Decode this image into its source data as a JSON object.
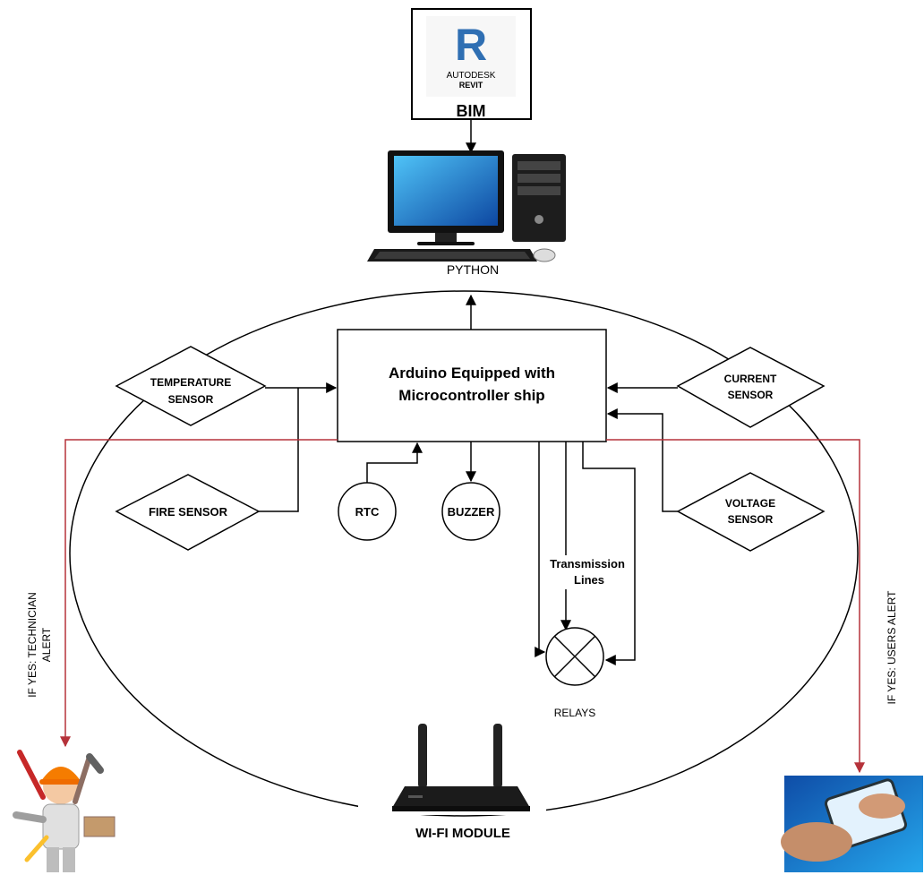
{
  "bim": {
    "brand_line1": "AUTODESK",
    "brand_line2": "REVIT",
    "logo_letter": "R",
    "title": "BIM"
  },
  "computer": {
    "label": "PYTHON"
  },
  "arduino": {
    "line1": "Arduino Equipped with",
    "line2": "Microcontroller ship"
  },
  "sensors": {
    "temperature": {
      "line1": "TEMPERATURE",
      "line2": "SENSOR"
    },
    "fire": {
      "line1": "FIRE SENSOR"
    },
    "current": {
      "line1": "CURRENT",
      "line2": "SENSOR"
    },
    "voltage": {
      "line1": "VOLTAGE",
      "line2": "SENSOR"
    }
  },
  "modules": {
    "rtc": "RTC",
    "buzzer": "BUZZER",
    "transmission_line1": "Transmission",
    "transmission_line2": "Lines",
    "relays": "RELAYS",
    "wifi": "WI-FI MODULE"
  },
  "alerts": {
    "technician_line1": "IF YES: TECHNICIAN",
    "technician_line2": "ALERT",
    "users": "IF YES: USERS ALERT"
  },
  "colors": {
    "alert_line": "#b5323a",
    "monitor_screen": "#1e88e5",
    "revit_blue": "#2f6fb3"
  }
}
